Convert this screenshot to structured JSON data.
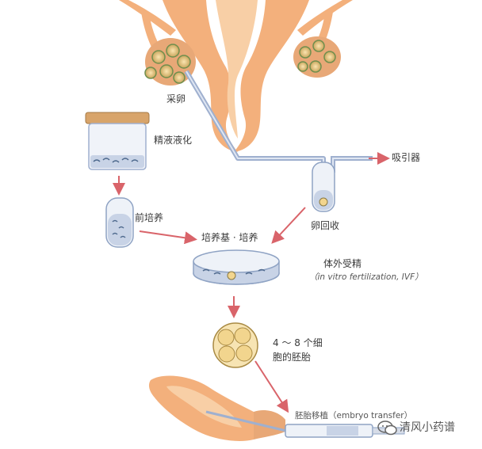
{
  "labels": {
    "egg_retrieval": "采卵",
    "semen_liquefaction": "精液液化",
    "suction": "吸引器",
    "egg_recovery": "卵回收",
    "pre_culture": "前培养",
    "culture_medium": "培养基 · 培养",
    "ivf_title": "体外受精",
    "ivf_latin": "（in vitro fertilization, IVF）",
    "embryo_line1": "4 ～ 8  个细",
    "embryo_line2": "胞的胚胎",
    "embryo_transfer": "胚胎移植（embryo transfer）"
  },
  "watermark": {
    "text": "清风小药谱",
    "icon": "wechat-icon"
  },
  "colors": {
    "organ": "#f3b07c",
    "organ_light": "#f8cfa6",
    "pipe": "#9fb0cf",
    "arrow": "#d9646a",
    "dish_blue": "#8fa3c4",
    "cell_yellow": "#f2d58e"
  }
}
